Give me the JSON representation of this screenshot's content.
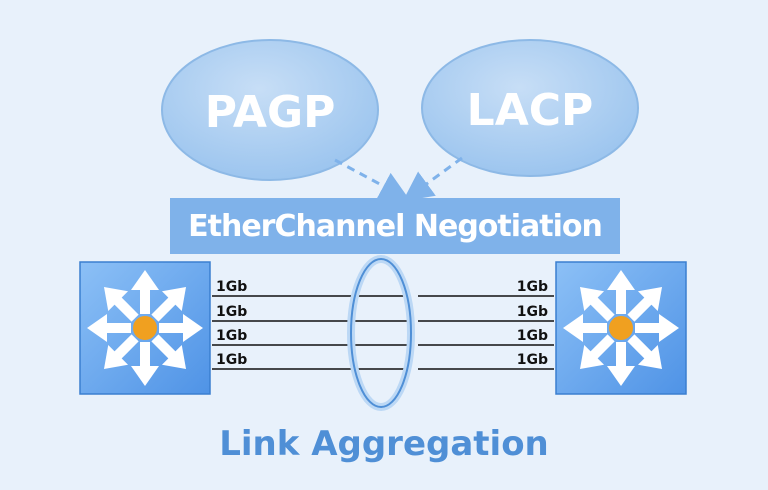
{
  "protocols": {
    "left": "PAGP",
    "right": "LACP"
  },
  "negotiation_label": "EtherChannel Negotiation",
  "links": {
    "left_labels": [
      "1Gb",
      "1Gb",
      "1Gb",
      "1Gb"
    ],
    "right_labels": [
      "1Gb",
      "1Gb",
      "1Gb",
      "1Gb"
    ]
  },
  "caption": "Link Aggregation",
  "colors": {
    "oval_fill": "#a9cdf0",
    "box_fill": "#7fb2ea",
    "switch_fill": "#6aaaf0",
    "hub": "#f0a020",
    "caption": "#4f8fd6",
    "arrow": "#7fb2ea"
  }
}
